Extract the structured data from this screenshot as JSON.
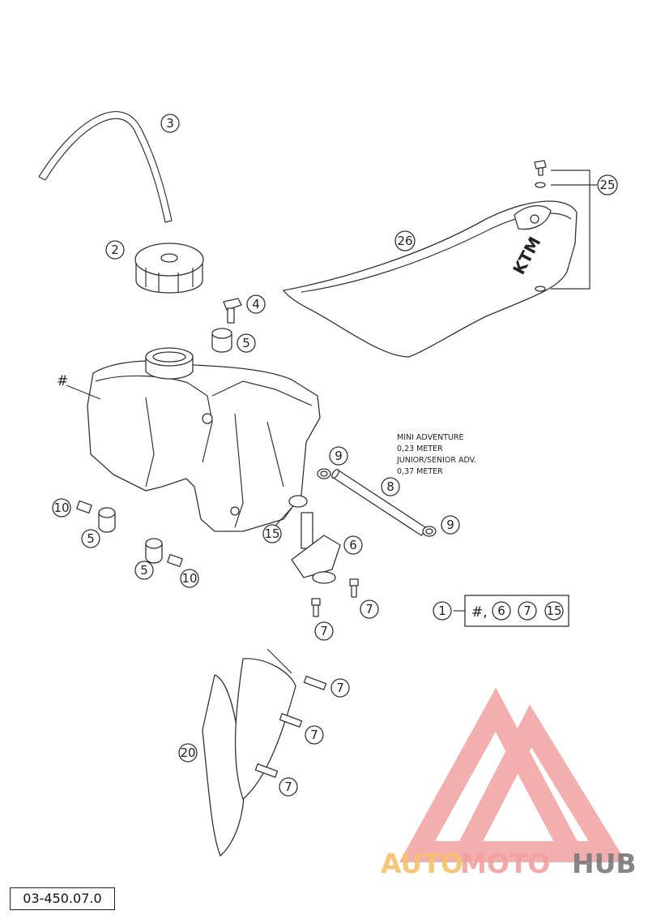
{
  "hash_label": "#",
  "kit_label": "#,",
  "drawing_number": "03-450.07.0",
  "brand_on_seat": "KTM",
  "note_lines": [
    "MINI ADVENTURE",
    "0,23 METER",
    "JUNIOR/SENIOR ADV.",
    "0,37 METER"
  ],
  "callouts": {
    "c3": "3",
    "c2": "2",
    "c4": "4",
    "c5a": "5",
    "c25": "25",
    "c26": "26",
    "c9a": "9",
    "c8": "8",
    "c9b": "9",
    "c10a": "10",
    "c5b": "5",
    "c15": "15",
    "c6": "6",
    "c5c": "5",
    "c10b": "10",
    "c7a": "7",
    "c7b": "7",
    "c1": "1",
    "k6": "6",
    "k7": "7",
    "k15": "15",
    "c7c": "7",
    "c7d": "7",
    "c20": "20",
    "c7e": "7"
  },
  "watermark": {
    "part1": "AUTO",
    "part2": "MOTO",
    "part3": "HUB",
    "colors": {
      "orange": "#f5c26b",
      "pink": "#f2a0a0",
      "gray": "#7a7a7a"
    }
  }
}
